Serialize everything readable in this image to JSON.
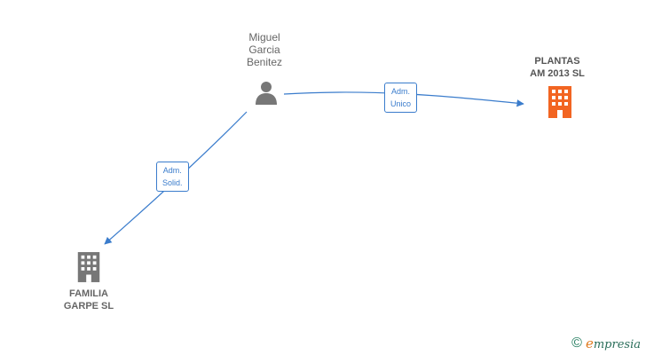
{
  "nodes": {
    "person": {
      "lines": [
        "Miguel",
        "Garcia",
        "Benitez"
      ],
      "icon": "person-icon",
      "color": "#777777"
    },
    "plantas": {
      "lines": [
        "PLANTAS",
        "AM 2013  SL"
      ],
      "icon": "building-icon",
      "color": "#f26522"
    },
    "familia": {
      "lines": [
        "FAMILIA",
        "GARPE  SL"
      ],
      "icon": "building-icon",
      "color": "#777777"
    }
  },
  "edges": {
    "to_plantas": {
      "lines": [
        "Adm.",
        "Unico"
      ],
      "color": "#3a7ccc"
    },
    "to_familia": {
      "lines": [
        "Adm.",
        "Solid."
      ],
      "color": "#3a7ccc"
    }
  },
  "footer": {
    "copyright": "©",
    "brand_first": "e",
    "brand_rest": "mpresia"
  }
}
